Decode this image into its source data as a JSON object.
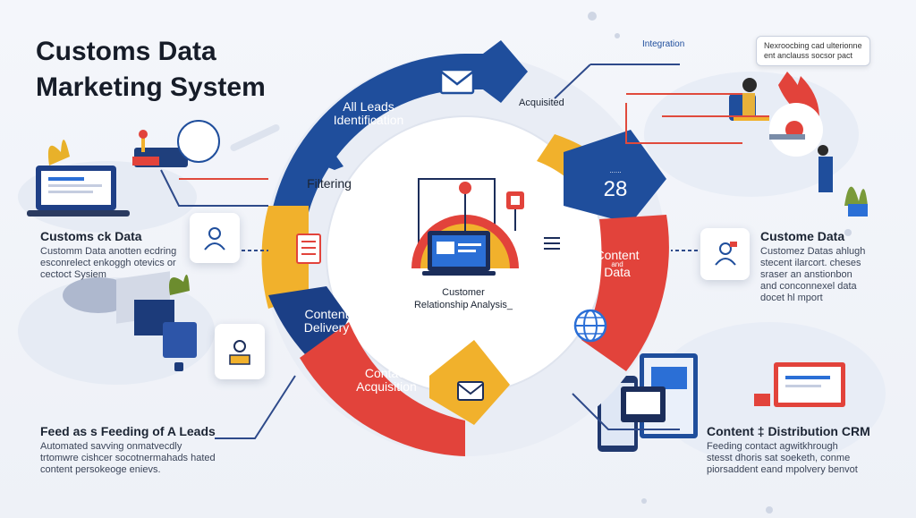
{
  "title": {
    "line1": "Customs Data",
    "line2": "Marketing System"
  },
  "top_tags": {
    "integration": "Integration",
    "acquisited": "Acquisited"
  },
  "speech_bubble": {
    "line1": "Nexroocbing cad ulterionne",
    "line2": "ent anclauss socsor pact"
  },
  "ring": {
    "all_leads_1": "All Leads",
    "all_leads_2": "Identification",
    "filtering": "Filtering",
    "content_delivery_1": "Content",
    "content_delivery_2": "Delivery",
    "contact_acq_1": "Contact",
    "contact_acq_2": "Acquisition",
    "content_data_1": "Content",
    "content_data_2": "Data",
    "content_data_small": "and",
    "number_small": "......",
    "number": "28"
  },
  "center": {
    "label_1": "Customer",
    "label_2": "Relationship Analysis_"
  },
  "left_block_1": {
    "heading": "Customs ck Data",
    "lines": [
      "Customm Data anotten ecdring",
      "esconrelect enkoggh otevics or",
      "cectoct Sysiem"
    ]
  },
  "left_block_2": {
    "heading": "Feed as s Feeding of A Leads",
    "lines": [
      "Automated savving onmatvecdly",
      "trtomwre cishcer socotnermahads hated",
      "content persokeoge enievs."
    ]
  },
  "right_block_1": {
    "heading": "Custome Data",
    "lines": [
      "Customez Datas ahlugh",
      "stecent ilarcort. cheses",
      "sraser an anstionbon",
      "and conconnexel data",
      "docet hl mport"
    ]
  },
  "right_block_2": {
    "heading": "Content ‡ Distribution CRM",
    "lines": [
      "Feeding contact agwitkhrough",
      "stesst dhoris sat soeketh, conme",
      "piorsaddent eand mpolvery benvot"
    ]
  },
  "icons": {
    "envelope": "envelope-icon",
    "document": "document-icon",
    "globe": "globe-icon",
    "user": "user-icon",
    "laptop": "laptop-icon"
  },
  "colors": {
    "blue": "#1f4e9c",
    "yellow": "#f1b12c",
    "red": "#e2433b",
    "light": "#e6eaf3",
    "navy": "#1b2d5a"
  }
}
